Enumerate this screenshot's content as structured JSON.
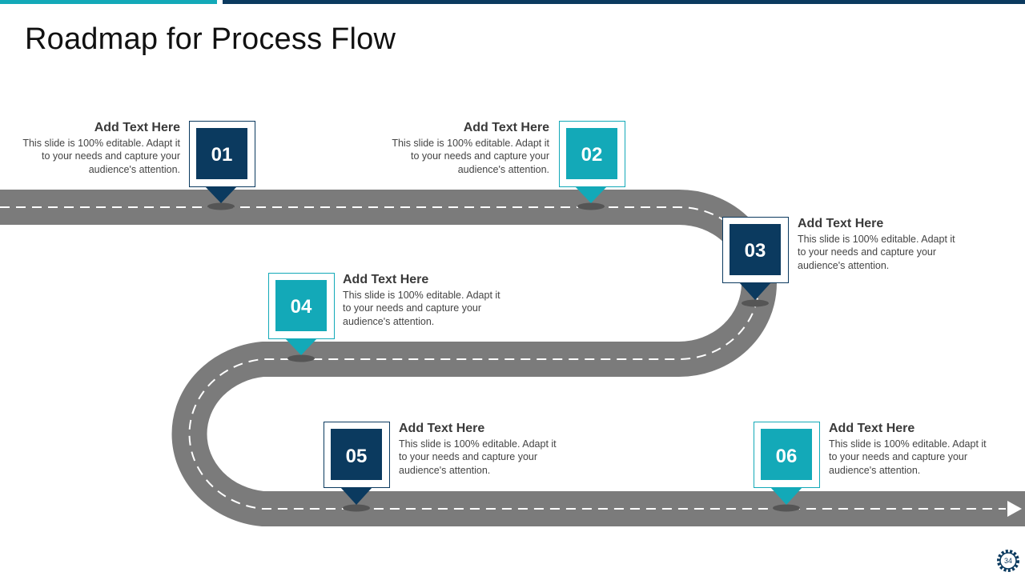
{
  "title": "Roadmap for Process Flow",
  "colors": {
    "navy": "#0b3a5f",
    "teal": "#13a9b8",
    "road": "#7b7b7b"
  },
  "page_number": "34",
  "footer_icon": "gear-icon",
  "steps": [
    {
      "number": "01",
      "heading": "Add Text Here",
      "body": "This slide is 100% editable. Adapt it to your needs and capture your audience's attention.",
      "color": "navy"
    },
    {
      "number": "02",
      "heading": "Add Text Here",
      "body": "This slide is 100% editable. Adapt it to your needs and capture your audience's attention.",
      "color": "teal"
    },
    {
      "number": "03",
      "heading": "Add Text Here",
      "body": "This slide is 100% editable. Adapt it to your needs and capture your audience's attention.",
      "color": "navy"
    },
    {
      "number": "04",
      "heading": "Add Text Here",
      "body": "This slide is 100% editable. Adapt it to your needs and capture your audience's attention.",
      "color": "teal"
    },
    {
      "number": "05",
      "heading": "Add Text Here",
      "body": "This slide is 100% editable. Adapt it to your needs and capture your audience's attention.",
      "color": "navy"
    },
    {
      "number": "06",
      "heading": "Add Text Here",
      "body": "This slide is 100% editable. Adapt it to your needs and capture your audience's attention.",
      "color": "teal"
    }
  ]
}
